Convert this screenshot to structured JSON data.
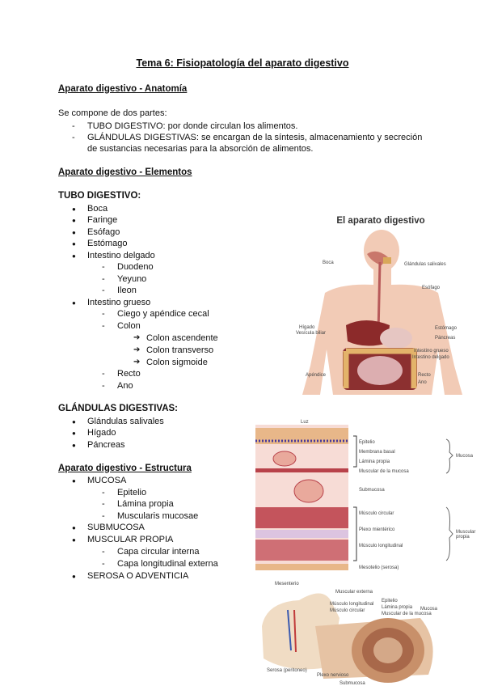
{
  "document": {
    "title": "Tema 6: Fisiopatología del aparato digestivo",
    "sections": {
      "anatomia": {
        "heading": "Aparato digestivo - Anatomía",
        "intro": "Se compone de dos partes:",
        "parts": [
          "TUBO DIGESTIVO: por donde circulan los alimentos.",
          "GLÁNDULAS DIGESTIVAS: se encargan de la síntesis, almacenamiento y secreción",
          "de sustancias necesarias para la absorción de alimentos."
        ]
      },
      "elementos": {
        "heading": "Aparato digestivo - Elementos",
        "tubo_heading": "TUBO DIGESTIVO:",
        "tubo": {
          "boca": "Boca",
          "faringe": "Faringe",
          "esofago": "Esófago",
          "estomago": "Estómago",
          "intestino_delgado": "Intestino delgado",
          "duodeno": "Duodeno",
          "yeyuno": "Yeyuno",
          "ileon": "Ileon",
          "intestino_grueso": "Intestino grueso",
          "ciego": "Ciego y apéndice cecal",
          "colon": "Colon",
          "colon_asc": "Colon ascendente",
          "colon_trans": "Colon transverso",
          "colon_sig": "Colon sigmoide",
          "recto": "Recto",
          "ano": "Ano"
        },
        "glandulas_heading": "GLÁNDULAS DIGESTIVAS:",
        "glandulas": [
          "Glándulas salivales",
          "Hígado",
          "Páncreas"
        ]
      },
      "estructura": {
        "heading": "Aparato digestivo - Estructura",
        "mucosa": "MUCOSA",
        "epitelio": "Epitelio",
        "lamina": "Lámina propia",
        "muscularis": "Muscularis mucosae",
        "submucosa": "SUBMUCOSA",
        "muscular_propia": "MUSCULAR PROPIA",
        "capa_circ": "Capa circular interna",
        "capa_long": "Capa longitudinal externa",
        "serosa": "SEROSA O ADVENTICIA"
      }
    }
  },
  "figures": {
    "digestive": {
      "title": "El aparato digestivo",
      "labels": {
        "boca": "Boca",
        "glandulas": "Glándulas salivales",
        "esofago": "Esófago",
        "higado": "Hígado",
        "vesicula": "Vesícula biliar",
        "estomago": "Estómago",
        "pancreas": "Páncreas",
        "grueso": "Intestino grueso",
        "delgado": "Intestino delgado",
        "apendice": "Apéndice",
        "recto": "Recto",
        "ano": "Ano"
      }
    },
    "histology": {
      "labels": {
        "luz": "Luz",
        "epitelio": "Epitelio",
        "membrana": "Membrana basal",
        "lamina": "Lámina propia",
        "muscular_mucosa": "Muscular de la mucosa",
        "submucosa": "Submucosa",
        "circular": "Músculo circular",
        "plexo": "Plexo mientérico",
        "longitudinal": "Músculo longitudinal",
        "mesotelio": "Mesotelio (serosa)",
        "mucosa": "Mucosa",
        "muscular_propia": "Muscular propia"
      }
    },
    "section3d": {
      "labels": {
        "mesenterio": "Mesenterio",
        "muscular_ext": "Muscular externa",
        "long": "Músculo longitudinal",
        "circ": "Músculo circular",
        "epitelio": "Epitelio",
        "lamina": "Lámina propia",
        "muscular_mucosa": "Muscular de la mucosa",
        "mucosa": "Mucosa",
        "serosa": "Serosa (peritoneo)",
        "plexo": "Plexo nervioso",
        "submucosa": "Submucosa"
      }
    }
  }
}
